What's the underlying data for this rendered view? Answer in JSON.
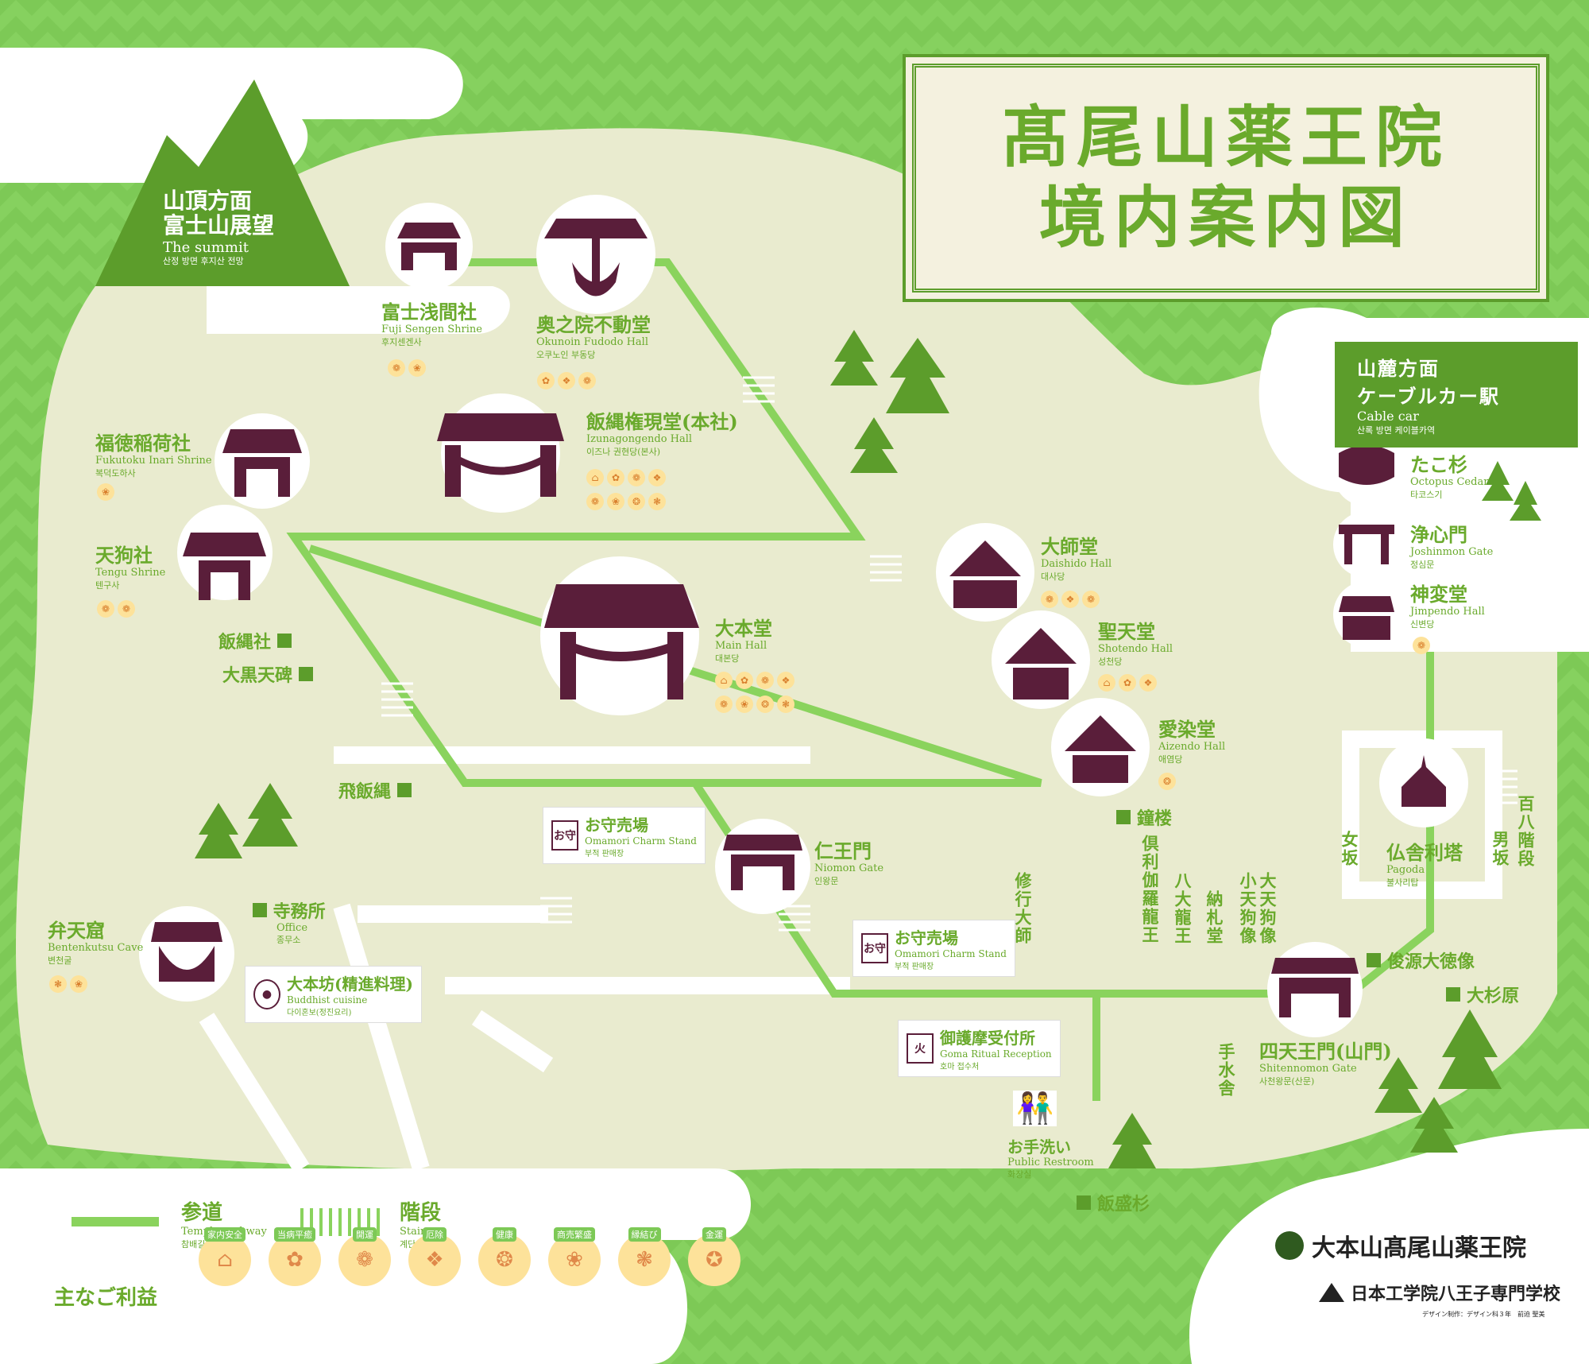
{
  "title": {
    "line1": "髙尾山薬王院",
    "line2": "境内案内図"
  },
  "summit": {
    "ja1": "山頂方面",
    "ja2": "富士山展望",
    "en": "The summit",
    "ko": "산정 방면 후지산 전망"
  },
  "cablecar": {
    "ja1": "山麓方面",
    "ja2": "ケーブルカー駅",
    "en": "Cable car",
    "ko": "산록 방면 케이블카역"
  },
  "places": [
    {
      "id": "fuji-sengen",
      "ja": "富士浅間社",
      "en": "Fuji Sengen Shrine",
      "ko": "후지센겐사"
    },
    {
      "id": "okunoin",
      "ja": "奥之院不動堂",
      "en": "Okunoin Fudodo Hall",
      "ko": "오쿠노인 부동당"
    },
    {
      "id": "izuna",
      "ja": "飯縄権現堂(本社)",
      "en": "Izunagongendo Hall",
      "ko": "이즈나 권현당(본사)"
    },
    {
      "id": "fukutoku",
      "ja": "福徳稲荷社",
      "en": "Fukutoku Inari Shrine",
      "ko": "복덕도하사"
    },
    {
      "id": "tengu",
      "ja": "天狗社",
      "en": "Tengu Shrine",
      "ko": "텐구사"
    },
    {
      "id": "daihondo",
      "ja": "大本堂",
      "en": "Main Hall",
      "ko": "대본당"
    },
    {
      "id": "daishido",
      "ja": "大師堂",
      "en": "Daishido Hall",
      "ko": "대사당"
    },
    {
      "id": "shotendo",
      "ja": "聖天堂",
      "en": "Shotendo Hall",
      "ko": "성천당"
    },
    {
      "id": "aizendo",
      "ja": "愛染堂",
      "en": "Aizendo Hall",
      "ko": "애염당"
    },
    {
      "id": "niomon",
      "ja": "仁王門",
      "en": "Niomon Gate",
      "ko": "인왕문"
    },
    {
      "id": "benten",
      "ja": "弁天窟",
      "en": "Bentenkutsu Cave",
      "ko": "변천굴"
    },
    {
      "id": "shitennomon",
      "ja": "四天王門(山門)",
      "en": "Shitennomon Gate",
      "ko": "사천왕문(산문)"
    },
    {
      "id": "tako",
      "ja": "たこ杉",
      "en": "Octopus Cedar",
      "ko": "타코스기"
    },
    {
      "id": "joshinmon",
      "ja": "浄心門",
      "en": "Joshinmon Gate",
      "ko": "정심문"
    },
    {
      "id": "jimpendo",
      "ja": "神変堂",
      "en": "Jimpendo Hall",
      "ko": "신변당"
    },
    {
      "id": "pagoda",
      "ja": "仏舎利塔",
      "en": "Pagoda",
      "ko": "불사리탑"
    },
    {
      "id": "restroom",
      "ja": "お手洗い",
      "en": "Public Restroom",
      "ko": "화장실"
    }
  ],
  "boxes": {
    "omamori1": {
      "ja": "お守売場",
      "en": "Omamori Charm Stand",
      "ko": "부적 판매장",
      "icon": "お守"
    },
    "omamori2": {
      "ja": "お守売場",
      "en": "Omamori Charm Stand",
      "ko": "부적 판매장",
      "icon": "お守"
    },
    "office": {
      "ja": "寺務所",
      "en": "Office",
      "ko": "종무소"
    },
    "daihonbo": {
      "ja": "大本坊(精進料理)",
      "en": "Buddhist cuisine",
      "ko": "다이혼보(정진요리)"
    },
    "goma": {
      "ja": "御護摩受付所",
      "en": "Goma Ritual Reception",
      "ko": "호마 접수처"
    }
  },
  "minor": {
    "izunasha": "飯縄社",
    "daikoku": "大黒天碑",
    "tobiizuna": "飛飯縄",
    "shoro": "鐘楼",
    "shungen": "俊源大徳像",
    "osugihara": "大杉原",
    "iimorisugi": "飯盛杉"
  },
  "vertical": {
    "shugyo": "修行大師",
    "kurikara": "倶利伽羅龍王",
    "hachidai": "八大龍王",
    "nosatsu": "納札堂",
    "kotengu": "小天狗像",
    "daitengu": "大天狗像",
    "temizu": "手水舎",
    "onnazaka": "女坂",
    "otokozaka": "男坂",
    "stairs108": "百八階段"
  },
  "legend": {
    "path": {
      "ja": "参道",
      "en": "Temple pathway",
      "ko": "참배길"
    },
    "stairs": {
      "ja": "階段",
      "en": "Stairs",
      "ko": "계단"
    },
    "benefits_title": "主なご利益",
    "benefits": [
      "家内安全",
      "当病平癒",
      "開運",
      "厄除",
      "健康",
      "商売繁盛",
      "縁結び",
      "金運"
    ]
  },
  "footer": {
    "temple": "大本山髙尾山薬王院",
    "school": "日本工学院八王子専門学校",
    "credit": "デザイン制作：デザイン科３年　前迫 聖美"
  },
  "colors": {
    "green": "#7dc956",
    "darkgreen": "#5c9d2b",
    "cream": "#e9ebcf",
    "maroon": "#5a1e3a",
    "pathgreen": "#8ad35d"
  }
}
